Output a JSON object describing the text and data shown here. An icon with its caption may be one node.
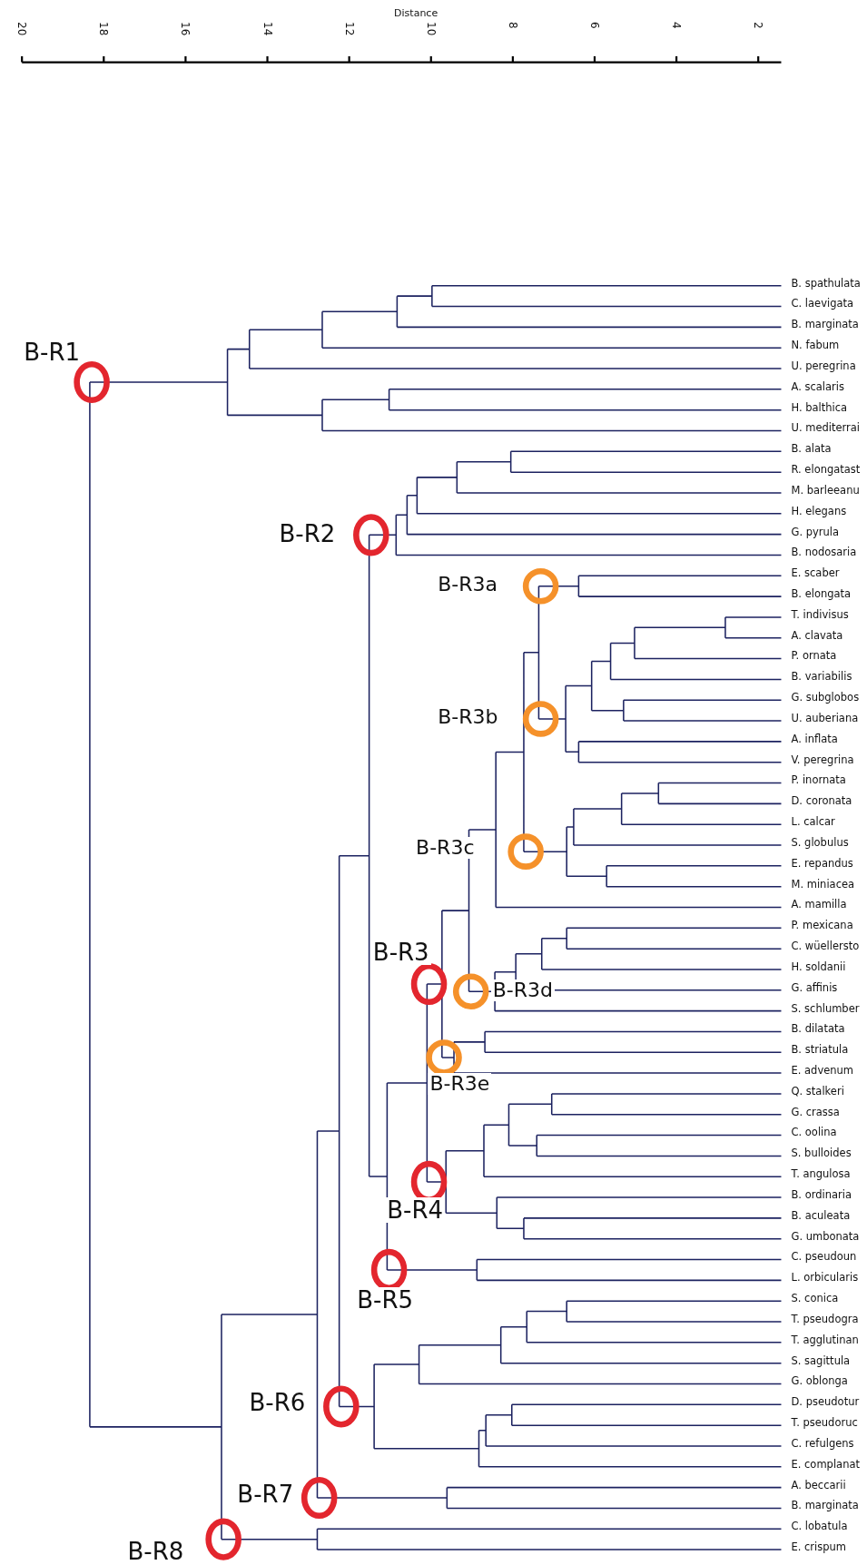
{
  "diagram": {
    "labels": [
      "Distance",
      "20",
      "18",
      "16",
      "14",
      "12",
      "10",
      "8",
      "6",
      "4",
      "2",
      "B. spathulata",
      "C. laevigata",
      "B. marginata",
      "N. fabum",
      "U. peregrina",
      "A. scalaris",
      "H. balthica",
      "U. mediterrai",
      "B. alata",
      "R. elongatast",
      "M. barleeanu",
      "H. elegans",
      "G. pyrula",
      "B. nodosaria",
      "E. scaber",
      "B. elongata",
      "T. indivisus",
      "A. clavata",
      "P. ornata",
      "B. variabilis",
      "G. subglobos",
      "U. auberiana",
      "A. inflata",
      "V. peregrina",
      "P. inornata",
      "D. coronata",
      "L. calcar",
      "S. globulus",
      "E. repandus",
      "M. miniacea",
      "A. mamilla",
      "P. mexicana",
      "C. wüellersto",
      "H. soldanii",
      "G. affinis",
      "S. schlumber",
      "B. dilatata",
      "B. striatula",
      "E. advenum",
      "Q. stalkeri",
      "G. crassa",
      "C. oolina",
      "S. bulloides",
      "T. angulosa",
      "B. ordinaria",
      "B. aculeata",
      "G. umbonata",
      "C. pseudoun",
      "L. orbicularis",
      "S. conica",
      "T. pseudogra",
      "T. agglutinan",
      "S. sagittula",
      "G. oblonga",
      "D. pseudotur",
      "T. pseudoruc",
      "C. refulgens",
      "E. complanat",
      "A. beccarii",
      "B. marginata",
      "C. lobatula",
      "E. crispum",
      "B-R1",
      "B-R2",
      "B-R3a",
      "B-R3b",
      "B-R3c",
      "B-R3",
      "B-R3d",
      "B-R3e",
      "B-R4",
      "B-R5",
      "B-R6",
      "B-R7",
      "B-R8"
    ]
  }
}
